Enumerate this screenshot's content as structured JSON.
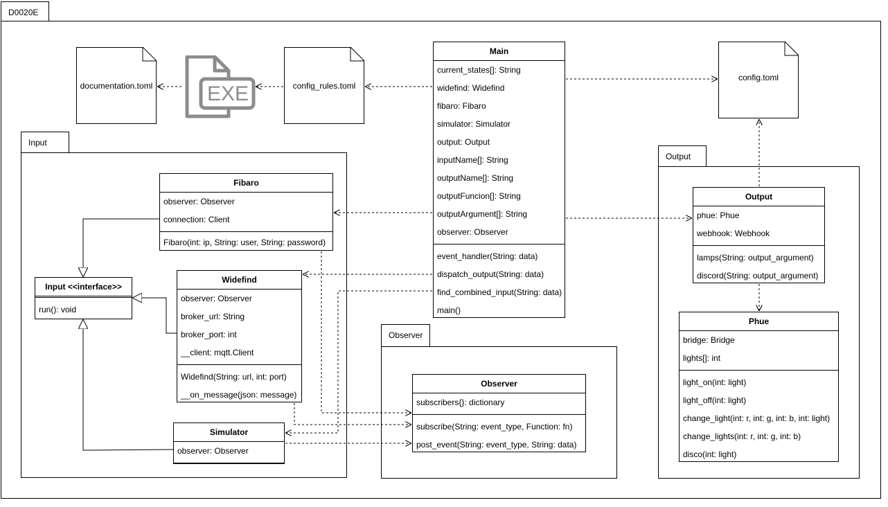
{
  "diagram": {
    "title": "D0020E",
    "packages": {
      "input": "Input",
      "output": "Output",
      "observer": "Observer"
    },
    "files": {
      "documentation": "documentation.toml",
      "config_rules": "config_rules.toml",
      "config": "config.toml",
      "exe_icon_label": "EXE"
    },
    "classes": {
      "main": {
        "name": "Main",
        "attributes": [
          "current_states[]: String",
          "widefind: Widefind",
          "fibaro: Fibaro",
          "simulator: Simulator",
          "output: Output",
          "inputName[]: String",
          "outputName[]: String",
          "outputFuncion[]: String",
          "outputArgument[]: String",
          "observer: Observer"
        ],
        "methods": [
          "event_handler(String: data)",
          "dispatch_output(String: data)",
          "find_combined_input(String: data)",
          "main()"
        ]
      },
      "fibaro": {
        "name": "Fibaro",
        "attributes": [
          "observer: Observer",
          "connection: Client"
        ],
        "methods": [
          "Fibaro(int: ip, String: user, String: password)"
        ]
      },
      "input_interface": {
        "name": "Input <<interface>>",
        "methods": [
          "run(): void"
        ]
      },
      "widefind": {
        "name": "Widefind",
        "attributes": [
          "observer: Observer",
          "broker_url: String",
          "broker_port: int",
          "__client: mqtt.Client"
        ],
        "methods": [
          "Widefind(String: url, int: port)",
          "__on_message(json: message)"
        ]
      },
      "simulator": {
        "name": "Simulator",
        "attributes": [
          "observer: Observer"
        ]
      },
      "observer": {
        "name": "Observer",
        "attributes": [
          "subscribers{}: dictionary"
        ],
        "methods": [
          "subscribe(String: event_type, Function: fn)",
          "post_event(String: event_type, String: data)"
        ]
      },
      "output": {
        "name": "Output",
        "attributes": [
          "phue: Phue",
          "webhook: Webhook"
        ],
        "methods": [
          "lamps(String: output_argument)",
          "discord(String: output_argument)"
        ]
      },
      "phue": {
        "name": "Phue",
        "attributes": [
          "bridge: Bridge",
          "lights[]: int"
        ],
        "methods": [
          "light_on(int: light)",
          "light_off(int: light)",
          "change_light(int: r, int: g, int: b, int: light)",
          "change_lights(int: r, int: g, int: b)",
          "disco(int: light)"
        ]
      }
    }
  }
}
